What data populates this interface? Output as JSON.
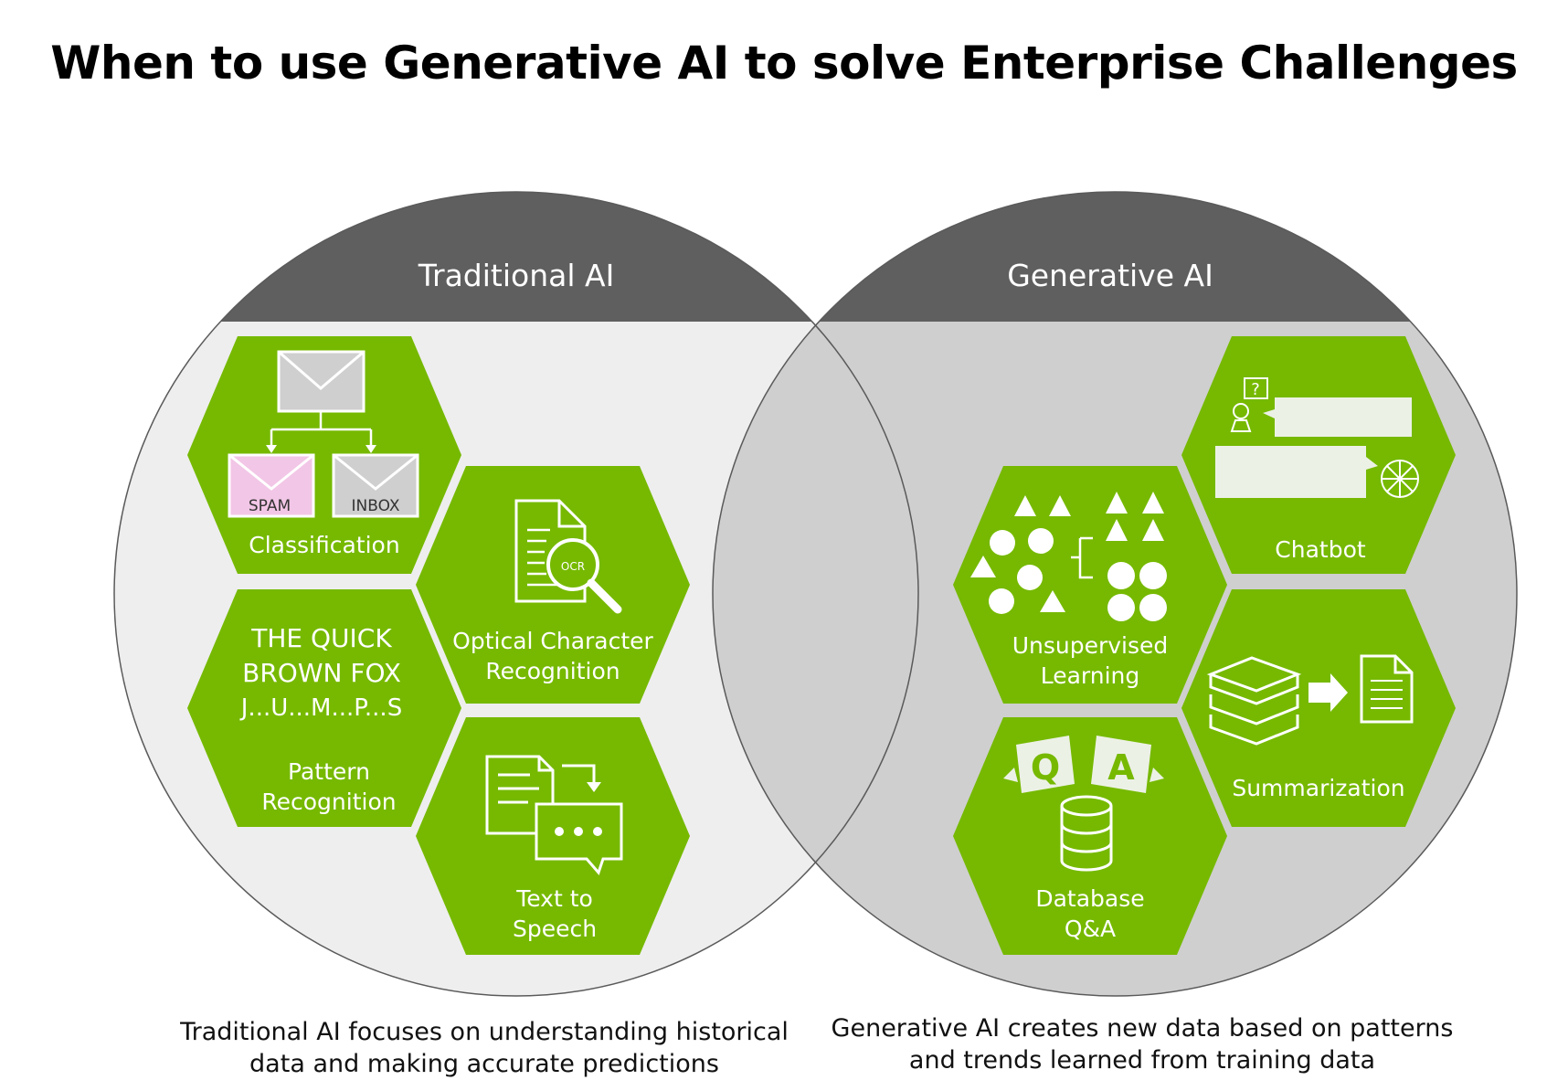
{
  "title": "When to use Generative AI to solve Enterprise Challenges",
  "colors": {
    "hex_green": "#76b900",
    "header_gray": "#5f5f5f",
    "left_fill": "#eeeeee",
    "right_fill": "#cfcfcf",
    "spam_pink": "#f2c6e6"
  },
  "left_circle": {
    "header": "Traditional AI",
    "caption_line1": "Traditional AI focuses on understanding historical",
    "caption_line2": "data and making accurate predictions",
    "hexes": {
      "classification": {
        "label": "Classification",
        "spam": "SPAM",
        "inbox": "INBOX",
        "icon": "email-sort-icon"
      },
      "ocr": {
        "label_line1": "Optical Character",
        "label_line2": "Recognition",
        "badge": "OCR",
        "icon": "document-magnifier-icon"
      },
      "pattern": {
        "text_line1": "THE QUICK",
        "text_line2": "BROWN FOX",
        "text_line3": "J...U...M...P...S",
        "label_line1": "Pattern",
        "label_line2": "Recognition"
      },
      "tts": {
        "label_line1": "Text to",
        "label_line2": "Speech",
        "icon": "document-to-speech-icon"
      }
    }
  },
  "right_circle": {
    "header": "Generative AI",
    "caption_line1": "Generative AI creates new data based on patterns",
    "caption_line2": "and trends learned from training data",
    "hexes": {
      "chatbot": {
        "label": "Chatbot",
        "question_mark": "?",
        "icon": "chat-bubbles-icon"
      },
      "unsupervised": {
        "label_line1": "Unsupervised",
        "label_line2": "Learning",
        "icon": "clustering-shapes-icon"
      },
      "summarization": {
        "label": "Summarization",
        "icon": "books-to-document-icon"
      },
      "database_qa": {
        "label_line1": "Database",
        "label_line2": "Q&A",
        "q": "Q",
        "a": "A",
        "icon": "database-qa-icon"
      }
    }
  }
}
